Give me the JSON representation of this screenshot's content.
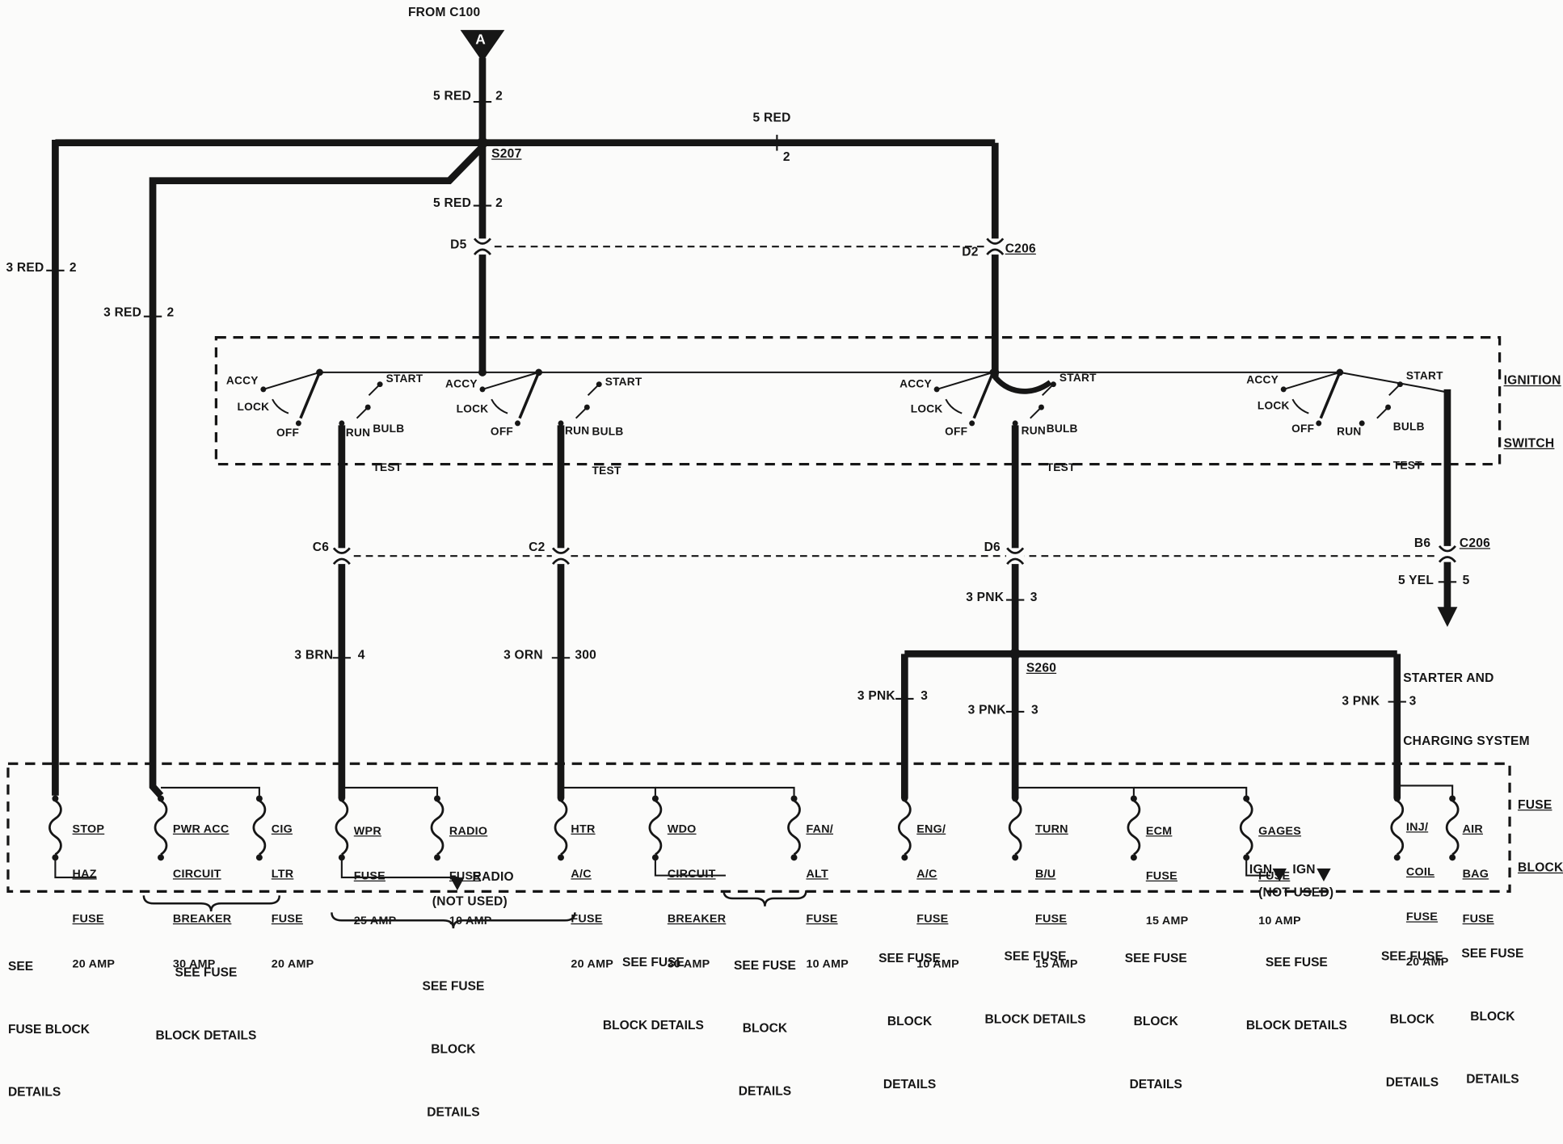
{
  "diagram": {
    "source_label": "FROM C100",
    "connector_a": "A",
    "starter_line1": "STARTER AND",
    "starter_line2": "CHARGING SYSTEM"
  },
  "splices": {
    "s207": "S207",
    "s260": "S260"
  },
  "connectors": {
    "d5": "D5",
    "d2": "D2",
    "c206_top": "C206",
    "c6": "C6",
    "c2": "C2",
    "d6": "D6",
    "b6": "B6",
    "c206_bottom": "C206"
  },
  "wires": {
    "feed_top": {
      "label": "5 RED",
      "circuit": "2"
    },
    "feed_right": {
      "label": "5 RED",
      "circuit": "2"
    },
    "feed_mid": {
      "label": "5 RED",
      "circuit": "2"
    },
    "stop_haz": {
      "label": "3 RED",
      "circuit": "2"
    },
    "pwr_acc": {
      "label": "3 RED",
      "circuit": "2"
    },
    "wiper": {
      "label": "3 BRN",
      "circuit": "4"
    },
    "htr_ac": {
      "label": "3 ORN",
      "circuit": "300"
    },
    "ign_out": {
      "label": "3 PNK",
      "circuit": "3"
    },
    "eng_ac": {
      "label": "3 PNK",
      "circuit": "3"
    },
    "turn_bu": {
      "label": "3 PNK",
      "circuit": "3"
    },
    "inj_coil": {
      "label": "3 PNK",
      "circuit": "3"
    },
    "starter": {
      "label": "5 YEL",
      "circuit": "5"
    }
  },
  "ignition_switch": {
    "title_line1": "IGNITION",
    "title_line2": "SWITCH",
    "positions": {
      "accy": "ACCY",
      "lock": "LOCK",
      "off": "OFF",
      "run": "RUN",
      "start": "START",
      "bulb": "BULB",
      "test": "TEST"
    }
  },
  "fuse_block": {
    "title_line1": "FUSE",
    "title_line2": "BLOCK",
    "fuses": [
      {
        "name": [
          "STOP",
          "HAZ",
          "FUSE"
        ],
        "amp": "20 AMP"
      },
      {
        "name": [
          "PWR ACC",
          "CIRCUIT",
          "BREAKER"
        ],
        "amp": "30 AMP"
      },
      {
        "name": [
          "CIG",
          "LTR",
          "FUSE"
        ],
        "amp": "20 AMP"
      },
      {
        "name": [
          "WPR",
          "FUSE"
        ],
        "amp": "25 AMP"
      },
      {
        "name": [
          "RADIO",
          "FUSE"
        ],
        "amp": "10 AMP"
      },
      {
        "name": [
          "HTR",
          "A/C",
          "FUSE"
        ],
        "amp": "20 AMP"
      },
      {
        "name": [
          "WDO",
          "CIRCUIT",
          "BREAKER"
        ],
        "amp": "30 AMP"
      },
      {
        "name": [
          "FAN/",
          "ALT",
          "FUSE"
        ],
        "amp": "10 AMP"
      },
      {
        "name": [
          "ENG/",
          "A/C",
          "FUSE"
        ],
        "amp": "10 AMP"
      },
      {
        "name": [
          "TURN",
          "B/U",
          "FUSE"
        ],
        "amp": "15 AMP"
      },
      {
        "name": [
          "ECM",
          "FUSE"
        ],
        "amp": "15 AMP"
      },
      {
        "name": [
          "GAGES",
          "FUSE"
        ],
        "amp": "10 AMP"
      },
      {
        "name": [
          "INJ/",
          "COIL",
          "FUSE"
        ],
        "amp": "20 AMP"
      },
      {
        "name": [
          "AIR",
          "BAG",
          "FUSE"
        ],
        "amp": ""
      }
    ]
  },
  "notes": {
    "radio_not_used": {
      "label": "RADIO",
      "note": "(NOT USED)"
    },
    "ign_not_used": {
      "label1": "IGN",
      "label2": "IGN",
      "note": "(NOT USED)"
    },
    "see_fuse_notes": [
      {
        "lines": [
          "SEE",
          "FUSE BLOCK",
          "DETAILS"
        ]
      },
      {
        "lines": [
          "SEE FUSE",
          "BLOCK DETAILS"
        ]
      },
      {
        "lines": [
          "SEE FUSE",
          "BLOCK",
          "DETAILS"
        ]
      },
      {
        "lines": [
          "SEE FUSE",
          "BLOCK DETAILS"
        ]
      },
      {
        "lines": [
          "SEE FUSE",
          "BLOCK",
          "DETAILS"
        ]
      },
      {
        "lines": [
          "SEE FUSE",
          "BLOCK",
          "DETAILS"
        ]
      },
      {
        "lines": [
          "SEE FUSE",
          "BLOCK DETAILS"
        ]
      },
      {
        "lines": [
          "SEE FUSE",
          "BLOCK",
          "DETAILS"
        ]
      },
      {
        "lines": [
          "SEE FUSE",
          "BLOCK DETAILS"
        ]
      },
      {
        "lines": [
          "SEE FUSE",
          "BLOCK",
          "DETAILS"
        ]
      },
      {
        "lines": [
          "SEE FUSE",
          "BLOCK",
          "DETAILS"
        ]
      }
    ]
  }
}
